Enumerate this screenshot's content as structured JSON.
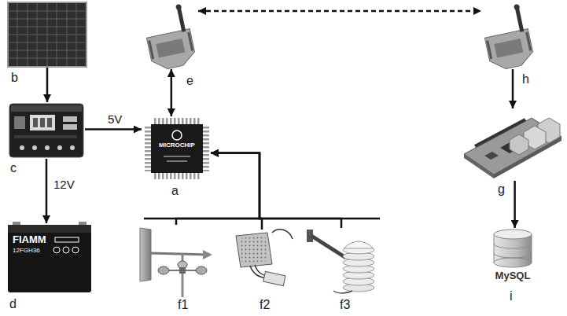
{
  "diagram": {
    "nodes": [
      {
        "text": [
          "b"
        ]
      },
      {
        "text": [
          "e"
        ]
      },
      {
        "text": [
          "h"
        ]
      },
      {
        "text": [
          "c"
        ]
      },
      {
        "text": [
          "a"
        ]
      },
      {
        "text": [
          "g"
        ]
      },
      {
        "text": [
          "d"
        ]
      },
      {
        "text": [
          "f1"
        ]
      },
      {
        "text": [
          "f2"
        ]
      },
      {
        "text": [
          "f3"
        ]
      },
      {
        "text": [
          "i"
        ]
      }
    ],
    "edges": [
      {
        "from": 0,
        "to": 3,
        "arrow": "to"
      },
      {
        "from": 3,
        "to": 4,
        "label": "5V",
        "arrow": "to"
      },
      {
        "from": 3,
        "to": 6,
        "label": "12V",
        "arrow": "to"
      },
      {
        "from": 1,
        "to": 4,
        "arrow": "both"
      },
      {
        "from": 1,
        "to": 2,
        "arrow": "both"
      },
      {
        "from": 2,
        "to": 5,
        "arrow": "to"
      },
      {
        "from": 5,
        "to": 10,
        "arrow": "to"
      },
      {
        "from": 7,
        "to": 4,
        "arrow": "to"
      },
      {
        "from": 8,
        "to": 4,
        "arrow": "to"
      },
      {
        "from": 9,
        "to": 4,
        "arrow": "to"
      }
    ],
    "labels": [
      "MICROCHIP",
      "FIAMM",
      "12FGH36",
      "MySQL"
    ]
  }
}
